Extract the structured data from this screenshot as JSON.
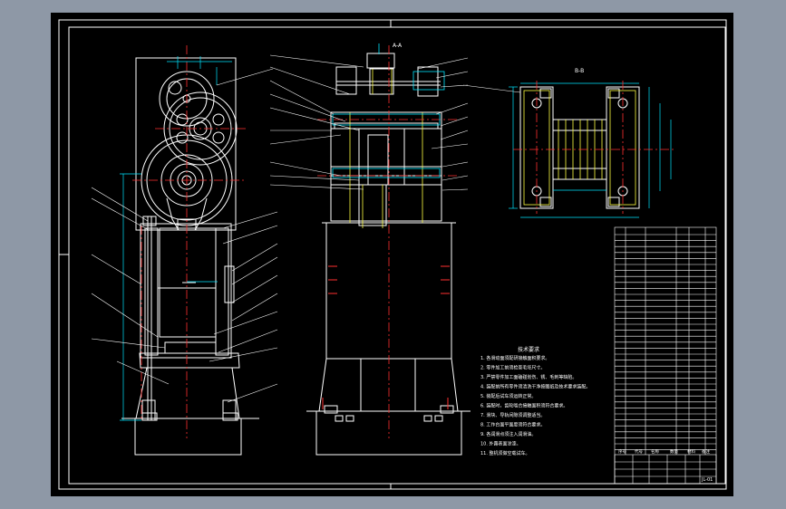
{
  "viewport": {
    "background": "#8e98a6",
    "canvas_background": "#000000"
  },
  "colors": {
    "frame": "#ffffff",
    "geometry": "#ffffff",
    "dimension": "#00e5ff",
    "center_line": "#ff3030",
    "hidden": "#ffff40",
    "leader": "#ffffff"
  },
  "views": {
    "front_view": {
      "name": "front-view"
    },
    "side_section": {
      "name": "side-section-view",
      "label": "A-A"
    },
    "detail_view": {
      "name": "gear-shaft-detail-view",
      "label": "B-B"
    }
  },
  "technical_requirements": {
    "title": "技术要求",
    "items": [
      "1. 各滑动面须配研接触面积要求。",
      "2. 零件加工前须检查毛坯尺寸。",
      "3. 严禁零件加工面磕碰划伤、锈、毛刺等缺陷。",
      "4. 装配前所有零件须清洗干净按图纸及技术要求装配。",
      "5. 装配后试车须运转正常。",
      "6. 装配时，齿轮啮合接触面积须符合要求。",
      "7. 滑块、导轨间隙须调整适当。",
      "8. 工作台面平面度须符合要求。",
      "9. 各润滑点须注入润滑油。",
      "10. 外露表面涂漆。",
      "11. 整机须做空载试车。"
    ]
  },
  "title_block": {
    "drawing_number": "JL-01",
    "headers": [
      "序号",
      "代号",
      "名称",
      "数量",
      "材料",
      "备注"
    ]
  }
}
